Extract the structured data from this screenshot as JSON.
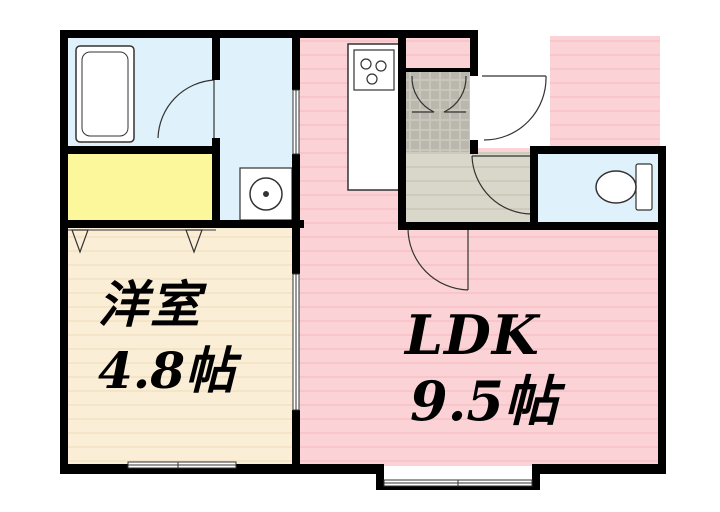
{
  "rooms": {
    "western": {
      "name": "洋室",
      "size": "4.8帖",
      "floor_color": "#fbeed6"
    },
    "ldk": {
      "name": "LDK",
      "size": "9.5帖",
      "floor_color": "#fbd3d6"
    },
    "bathroom": {
      "floor_color": "#dff1fa"
    },
    "washroom": {
      "floor_color": "#dff1fa"
    },
    "toilet": {
      "floor_color": "#dff1fa"
    },
    "closet": {
      "floor_color": "#fbf79a"
    },
    "entrance": {
      "floor_color": "#d9d7c9"
    }
  },
  "colors": {
    "wall": "#000000",
    "floor_line": "#ffffff"
  }
}
